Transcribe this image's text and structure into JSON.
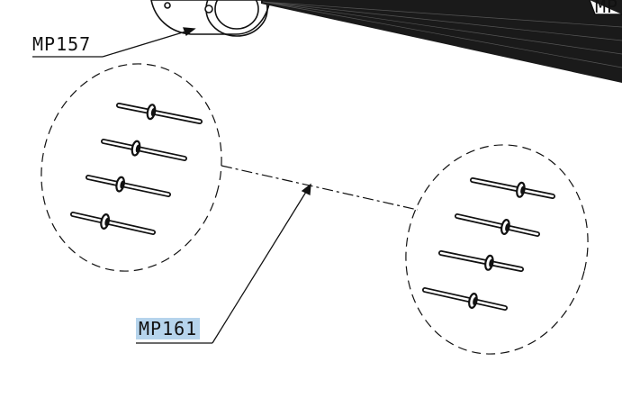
{
  "labels": {
    "mp157": "MP157",
    "mp161": "MP161",
    "mp_partial": "MP"
  },
  "colors": {
    "line": "#111111",
    "highlight": "#b6d4ec",
    "background": "#ffffff"
  },
  "groups": {
    "left_rivet_count": 4,
    "right_rivet_count": 4
  }
}
